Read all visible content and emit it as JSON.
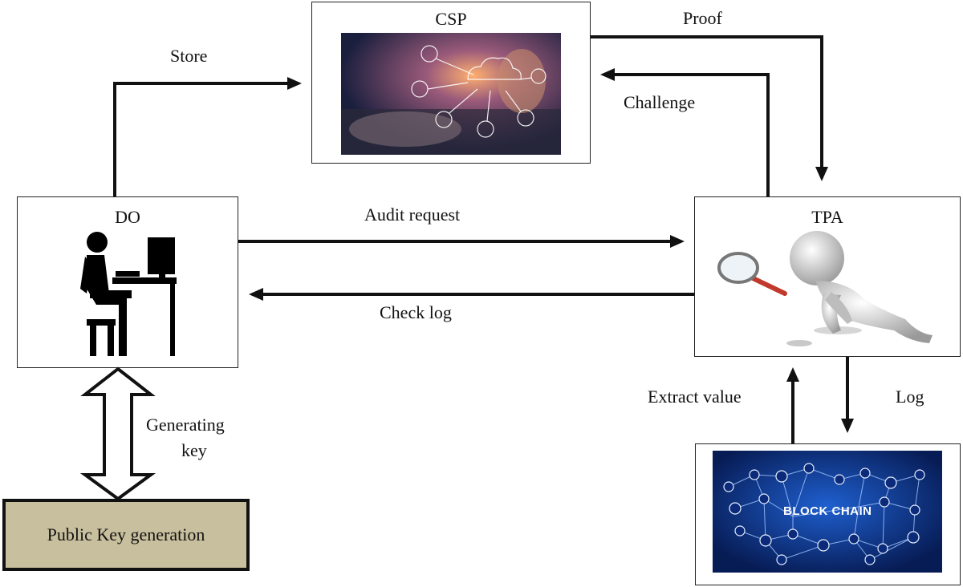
{
  "nodes": {
    "csp": {
      "title": "CSP"
    },
    "do": {
      "title": "DO"
    },
    "tpa": {
      "title": "TPA"
    },
    "keygen": {
      "title": "Public Key generation"
    },
    "blockchain": {
      "image_text": "BLOCK CHAIN"
    }
  },
  "edges": {
    "store": "Store",
    "proof": "Proof",
    "challenge": "Challenge",
    "audit_request": "Audit request",
    "check_log": "Check log",
    "extract_value": "Extract value",
    "log": "Log",
    "generating_key_line1": "Generating",
    "generating_key_line2": "key"
  },
  "colors": {
    "keygen_fill": "#c8bf9e",
    "blockchain_bg": "#0b2a7a",
    "arrow": "#111111"
  }
}
